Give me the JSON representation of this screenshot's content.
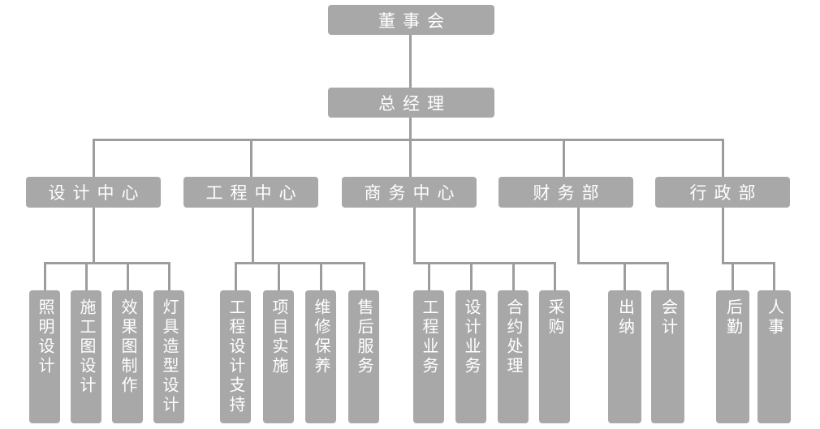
{
  "colors": {
    "box": "#a8a8a8",
    "line": "#9d9d9d",
    "text": "#ffffff",
    "page_bg": "#ffffff"
  },
  "org": {
    "root": {
      "label": "董事会"
    },
    "general_manager": {
      "label": "总经理"
    },
    "departments": [
      {
        "label": "设计中心",
        "children": [
          "照明设计",
          "施工图设计",
          "效果图制作",
          "灯具造型设计"
        ]
      },
      {
        "label": "工程中心",
        "children": [
          "工程设计支持",
          "项目实施",
          "维修保养",
          "售后服务"
        ]
      },
      {
        "label": "商务中心",
        "children": [
          "工程业务",
          "设计业务",
          "合约处理",
          "采购"
        ]
      },
      {
        "label": "财务部",
        "children": [
          "出纳",
          "会计"
        ]
      },
      {
        "label": "行政部",
        "children": [
          "后勤",
          "人事"
        ]
      }
    ]
  }
}
